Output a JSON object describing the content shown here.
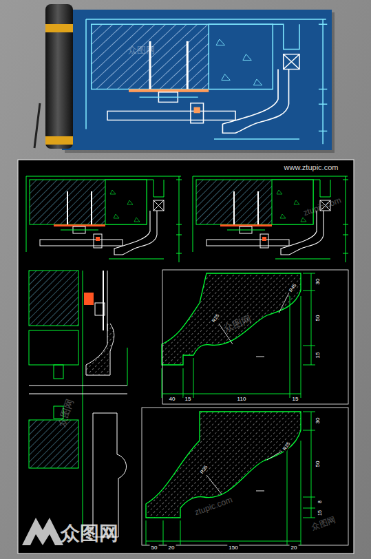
{
  "diagram": {
    "labels": [
      "www.ztupic.com",
      "30",
      "50",
      "15",
      "40",
      "15",
      "110",
      "15",
      "R25",
      "R45",
      "30",
      "50",
      "8",
      "15",
      "50",
      "20",
      "150",
      "20",
      "R35",
      "R25",
      "众图网",
      "众图网",
      "ztupic.com",
      "众图网",
      "众图网",
      "ztupic.com",
      "众图网"
    ]
  }
}
